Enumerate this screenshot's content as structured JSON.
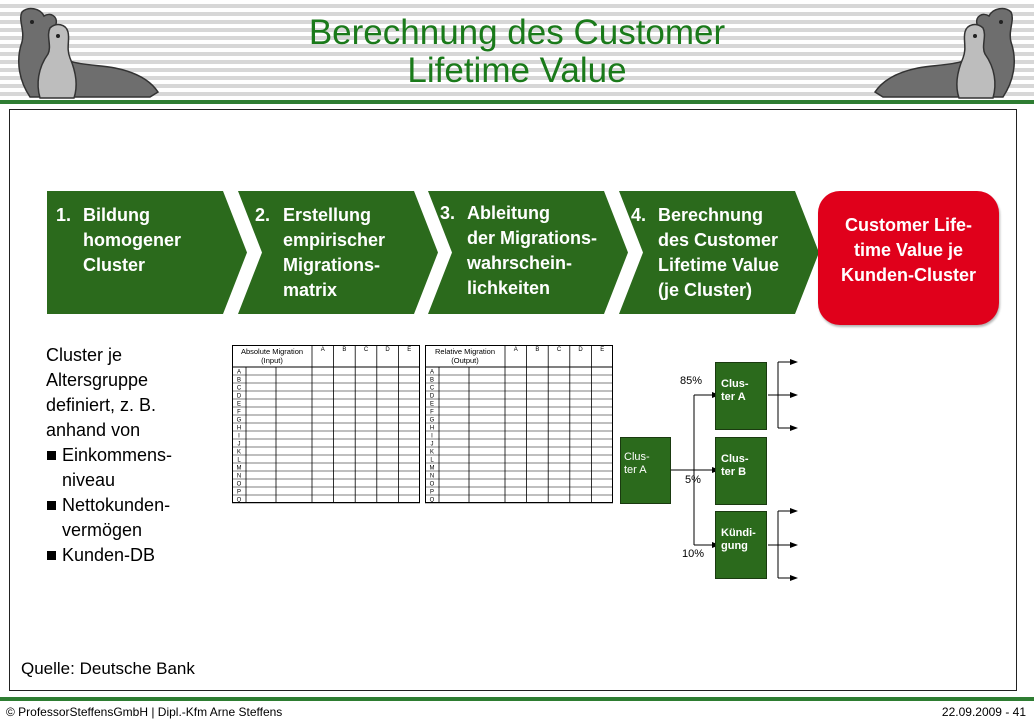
{
  "slide": {
    "title_line1": "Berechnung des Customer",
    "title_line2": "Lifetime Value"
  },
  "colors": {
    "step_green": "#2b6a1c",
    "result_red": "#e0001b",
    "title_green": "#1a7a1a"
  },
  "steps": [
    {
      "num": "1.",
      "lines": [
        "Bildung",
        "homogener",
        "Cluster"
      ]
    },
    {
      "num": "2.",
      "lines": [
        "Erstellung",
        "empirischer",
        "Migrations-",
        "matrix"
      ]
    },
    {
      "num": "3.",
      "lines": [
        "Ableitung",
        "der Migrations-",
        "wahrschein-",
        "lichkeiten"
      ]
    },
    {
      "num": "4.",
      "lines": [
        "Berechnung",
        "des Customer",
        "Lifetime Value",
        "(je Cluster)"
      ]
    }
  ],
  "result": {
    "lines": [
      "Customer Life-",
      "time Value je",
      "Kunden-Cluster"
    ]
  },
  "cluster_text": {
    "intro": [
      "Cluster je",
      "Altersgruppe",
      "definiert, z. B.",
      "anhand von"
    ],
    "bullets": [
      [
        "Einkommens-",
        "niveau"
      ],
      [
        "Nettokunden-",
        "vermögen"
      ],
      [
        "Kunden-DB"
      ]
    ]
  },
  "matrix_absolute": {
    "header_line1": "Absolute Migration",
    "header_line2": "(Input)",
    "columns": [
      "A",
      "B",
      "C",
      "D",
      "E"
    ],
    "rows": [
      "A",
      "B",
      "C",
      "D",
      "E",
      "F",
      "G",
      "H",
      "I",
      "J",
      "K",
      "L",
      "M",
      "N",
      "O",
      "P",
      "Q"
    ]
  },
  "matrix_relative": {
    "header_line1": "Relative Migration",
    "header_line2": "(Output)",
    "columns": [
      "A",
      "B",
      "C",
      "D",
      "E"
    ],
    "rows": [
      "A",
      "B",
      "C",
      "D",
      "E",
      "F",
      "G",
      "H",
      "I",
      "J",
      "K",
      "L",
      "M",
      "N",
      "O",
      "P",
      "Q"
    ]
  },
  "tree": {
    "source": [
      "Clus-",
      "ter A"
    ],
    "targets": [
      {
        "lines": [
          "Clus-",
          "ter A"
        ],
        "pct": "85%"
      },
      {
        "lines": [
          "Clus-",
          "ter B"
        ],
        "pct": "5%"
      },
      {
        "lines": [
          "Kündi-",
          "gung"
        ],
        "pct": "10%"
      }
    ]
  },
  "source_note": "Quelle: Deutsche Bank",
  "footer": {
    "left": "© ProfessorSteffensGmbH | Dipl.-Kfm Arne Steffens",
    "right": "22.09.2009 - 41"
  }
}
